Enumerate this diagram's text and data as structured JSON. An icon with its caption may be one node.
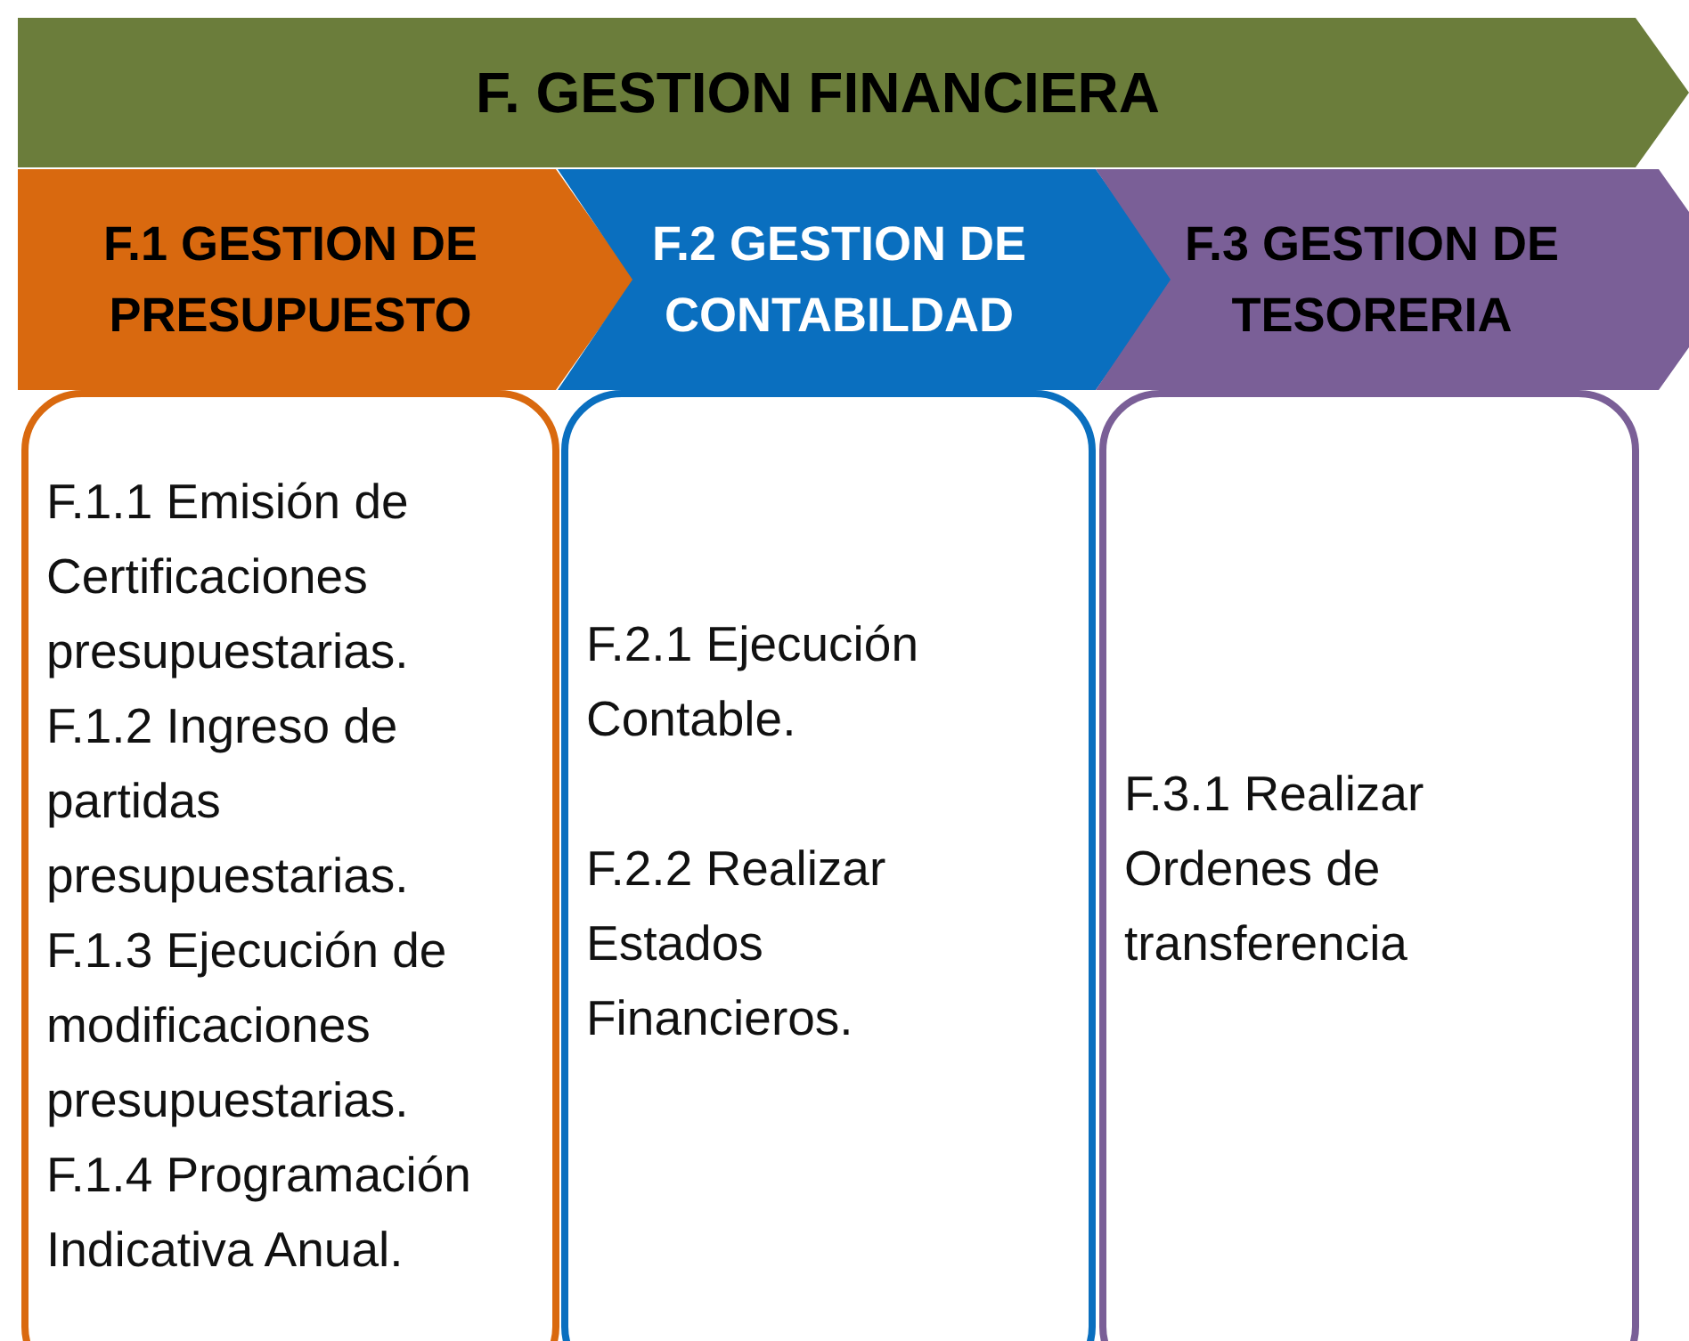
{
  "diagram": {
    "nodes": [
      {
        "text": [
          "F. GESTION FINANCIERA"
        ]
      },
      {
        "text": [
          "F.1 GESTION DE PRESUPUESTO"
        ]
      },
      {
        "text": [
          "F.2 GESTION DE CONTABILDAD"
        ]
      },
      {
        "text": [
          "F.3 GESTION DE TESORERIA"
        ]
      },
      {
        "text": [
          "F.1.1 Emisión de Certificaciones presupuestarias.",
          "F.1.2 Ingreso de partidas presupuestarias.",
          "F.1.3 Ejecución de modificaciones presupuestarias.",
          "F.1.4 Programación Indicativa Anual."
        ]
      },
      {
        "text": [
          "F.2.1 Ejecución Contable.",
          "F.2.2 Realizar Estados Financieros."
        ]
      },
      {
        "text": [
          "F.3.1 Realizar Ordenes de transferencia"
        ]
      }
    ],
    "edges": []
  }
}
